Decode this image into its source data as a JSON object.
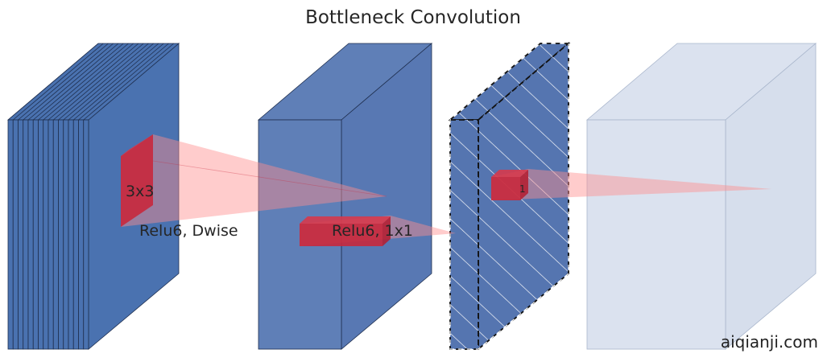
{
  "title": "Bottleneck Convolution",
  "labels": {
    "kernel": "3x3",
    "dwise": "Relu6, Dwise",
    "pointwise": "Relu6, 1x1",
    "one": "1"
  },
  "watermark": "aiqianji.com",
  "colors": {
    "block_fill": "#4a72b0",
    "block_edge": "#1f2f4f",
    "faded_fill": "#dbe2ef",
    "faded_edge": "#a9b6cc",
    "kernel_fill": "#c8283c",
    "beam_fill": "#ff8f8f",
    "text": "#262626"
  },
  "icons": [
    "dashed-stripe-pattern"
  ]
}
